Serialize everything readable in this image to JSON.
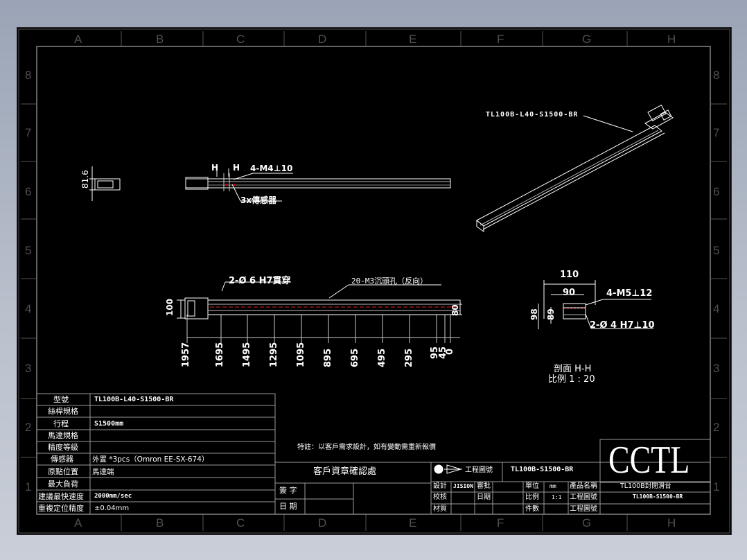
{
  "zone_letters": [
    "A",
    "B",
    "C",
    "D",
    "E",
    "F",
    "G",
    "H"
  ],
  "zone_numbers": [
    "8",
    "7",
    "6",
    "5",
    "4",
    "3",
    "2",
    "1"
  ],
  "views": {
    "iso_label": "TL100B-L40-S1500-BR",
    "side_dim": "81.6",
    "top_label_h1": "H",
    "top_label_h2": "H",
    "top_label_m4": "4-M4⊥10",
    "top_label_sensor": "3x傳感器",
    "front_hole": "2-Ø 6  H7貫穿",
    "front_holes2": "20-M3沉頭孔（反向）",
    "front_h": "100",
    "front_h2": "80",
    "positions": [
      "1957",
      "1695",
      "1495",
      "1295",
      "1095",
      "895",
      "695",
      "495",
      "295",
      "95",
      "45",
      "0"
    ],
    "section_w1": "110",
    "section_w2": "90",
    "section_h1": "98",
    "section_h2": "89",
    "section_m5": "4-M5⊥12",
    "section_pin": "2-Ø 4  H7⊥10",
    "section_title": "剖面  H-H",
    "section_scale": "比例 1 : 20",
    "note": "特註：以客戶需求設計，如有變動需重新報價"
  },
  "spec_table": [
    {
      "label": "型號",
      "value": "TL100B-L40-S1500-BR"
    },
    {
      "label": "絲桿規格",
      "value": ""
    },
    {
      "label": "行程",
      "value": "S1500mm"
    },
    {
      "label": "馬達規格",
      "value": ""
    },
    {
      "label": "精度等級",
      "value": ""
    },
    {
      "label": "傳感器",
      "value": "外置 *3pcs（Omron EE-SX-674）"
    },
    {
      "label": "原點位置",
      "value": "馬達端"
    },
    {
      "label": "最大負荷",
      "value": ""
    },
    {
      "label": "建議最快速度",
      "value": "2000mm/sec"
    },
    {
      "label": "重複定位精度",
      "value": "±0.04mm"
    }
  ],
  "confirm": {
    "title": "客戶資章確認處",
    "sign": "簽 字",
    "date": "日 期"
  },
  "title_block": {
    "logo": "CCTL",
    "proj_label": "工程圖號",
    "drawing_no": "TL100B-S1500-BR",
    "product": "TL100B封閉滑台",
    "product_code": "TL100B-S1500-BR",
    "design": "設計",
    "designer": "JISION",
    "approve": "審批",
    "check": "校核",
    "date": "日期",
    "material": "材質",
    "unit": "單位",
    "unit_val": "mm",
    "scale": "比例",
    "scale_val": "1:1",
    "qty": "件數",
    "name_label": "產品名稱",
    "figure_label": "工程圖號",
    "figure_label2": "工程圖號"
  }
}
